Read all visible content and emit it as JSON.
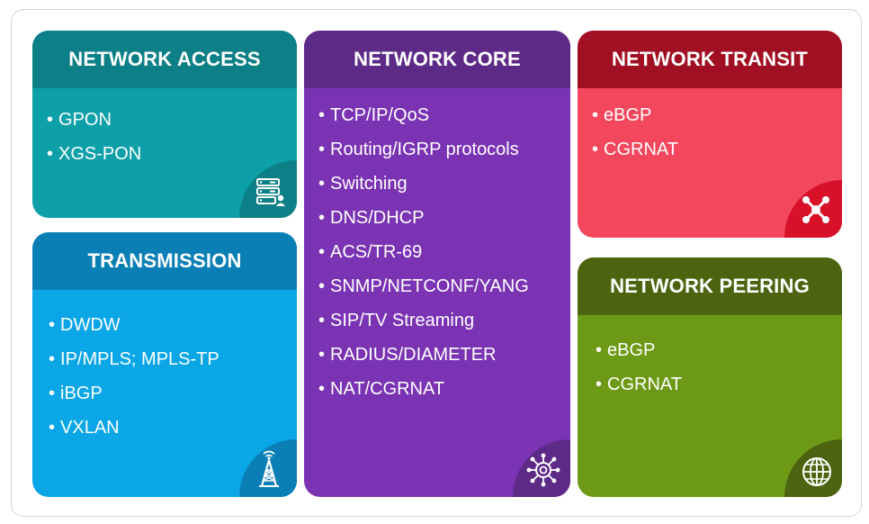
{
  "cards": {
    "access": {
      "title": "NETWORK ACCESS",
      "head_color": "#0d7f86",
      "body_color": "#0ea0a8",
      "badge_color": "#0d7f86",
      "icon": "server-user-icon",
      "items": [
        "GPON",
        "XGS-PON"
      ]
    },
    "transmission": {
      "title": "TRANSMISSION",
      "head_color": "#0a7fb5",
      "body_color": "#0aa6e6",
      "badge_color": "#0a7fb5",
      "icon": "radio-tower-icon",
      "items": [
        "DWDW",
        "IP/MPLS; MPLS-TP",
        "iBGP",
        "VXLAN"
      ]
    },
    "core": {
      "title": "NETWORK CORE",
      "head_color": "#5e2a88",
      "body_color": "#7a33b3",
      "badge_color": "#5e2a88",
      "icon": "network-hub-icon",
      "items": [
        "TCP/IP/QoS",
        "Routing/IGRP protocols",
        "Switching",
        "DNS/DHCP",
        "ACS/TR-69",
        "SNMP/NETCONF/YANG",
        "SIP/TV Streaming",
        "RADIUS/DIAMETER",
        "NAT/CGRNAT"
      ]
    },
    "transit": {
      "title": "NETWORK TRANSIT",
      "head_color": "#a10f22",
      "body_color": "#f2475d",
      "badge_color": "#d8102a",
      "icon": "nodes-icon",
      "items": [
        "eBGP",
        "CGRNAT"
      ]
    },
    "peering": {
      "title": "NETWORK PEERING",
      "head_color": "#4c6410",
      "body_color": "#6d9a16",
      "badge_color": "#4c6410",
      "icon": "globe-icon",
      "items": [
        "eBGP",
        "CGRNAT"
      ]
    }
  }
}
